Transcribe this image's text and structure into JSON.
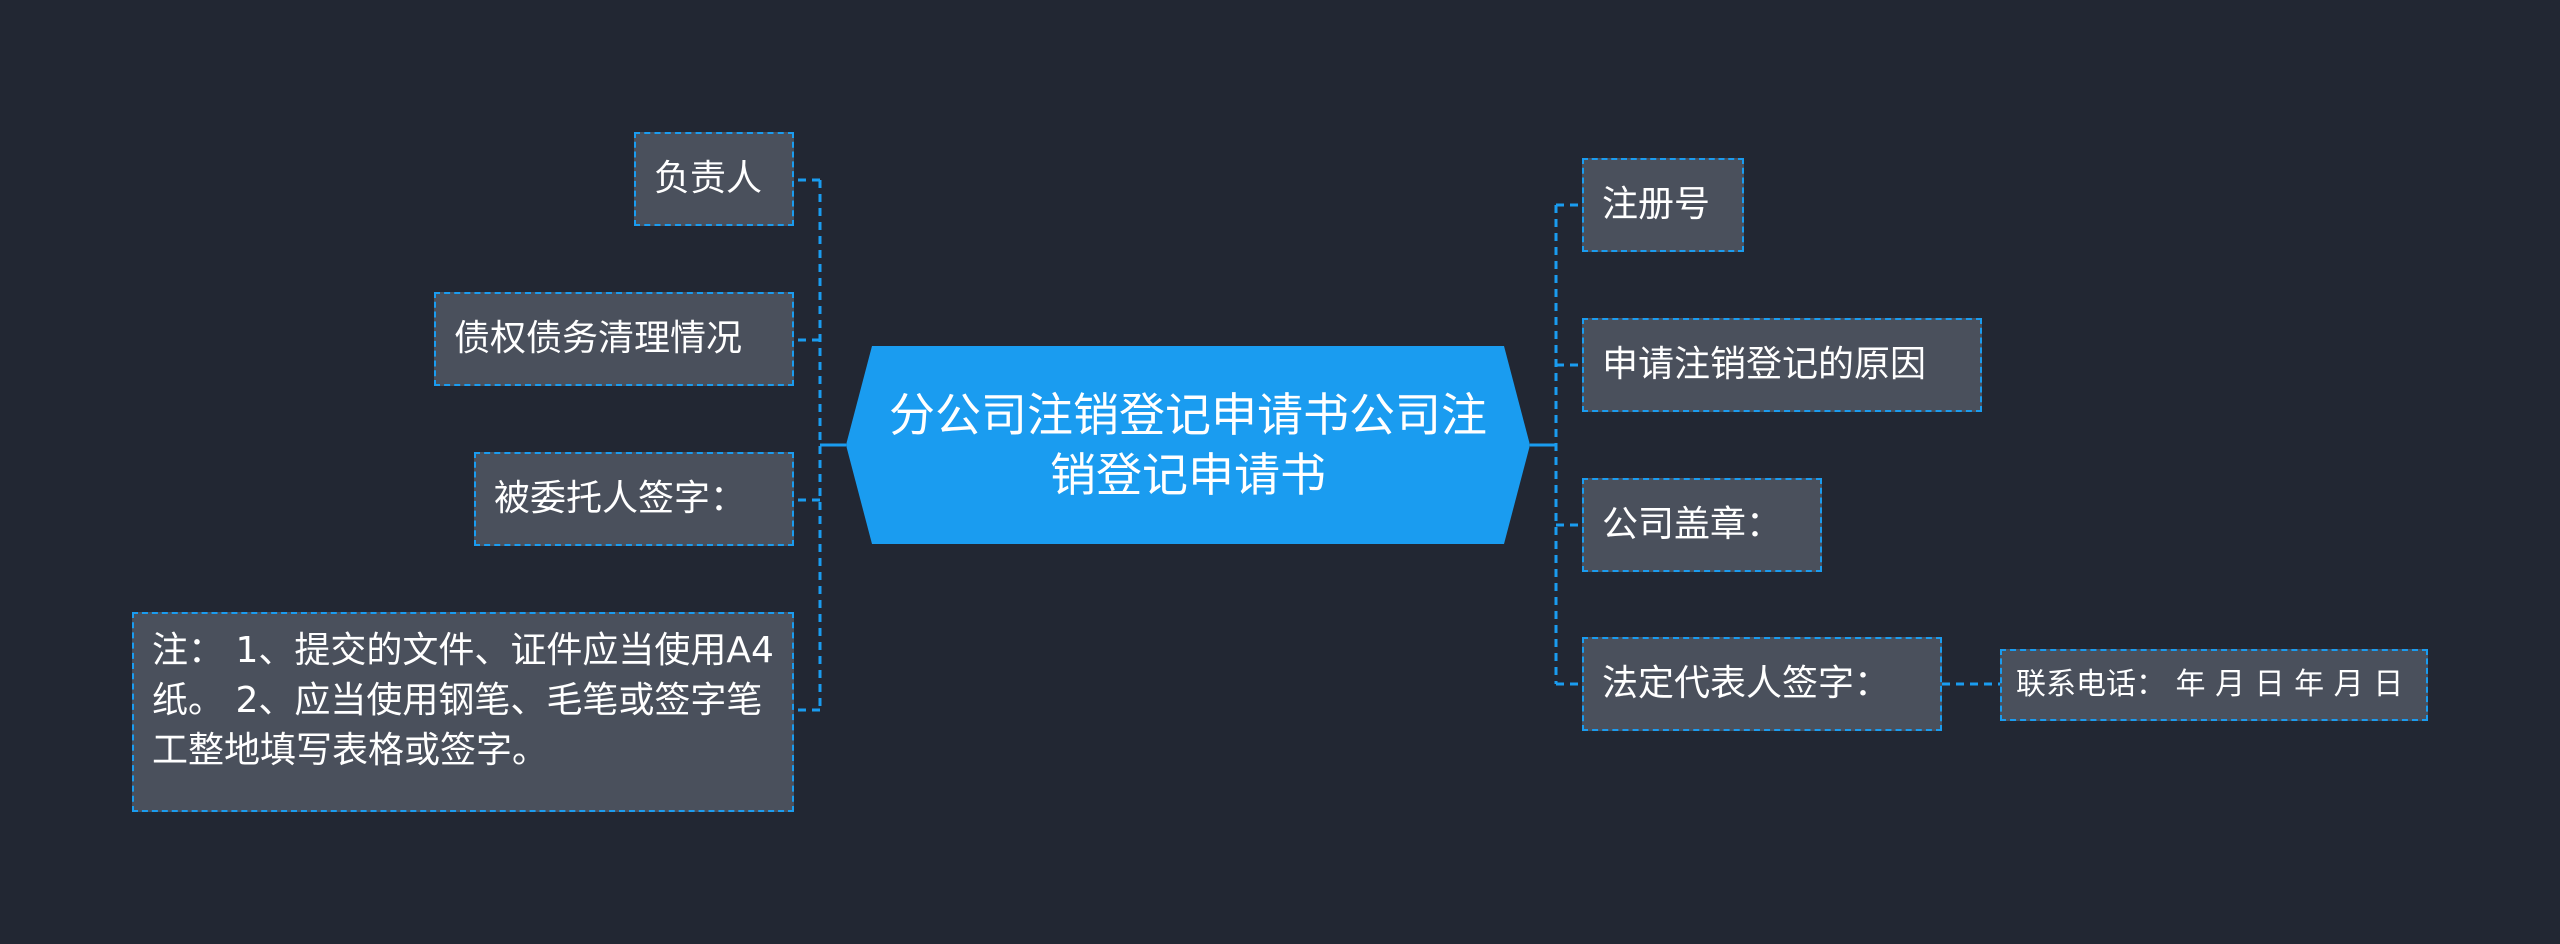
{
  "colors": {
    "background": "#222733",
    "root_fill": "#1a9cf0",
    "node_fill": "#4a505c",
    "connector": "#1a9cf0",
    "text": "#ffffff"
  },
  "root": {
    "label": "分公司注销登记申请书公司注销登记申请书"
  },
  "left_nodes": [
    {
      "label": "负责人"
    },
    {
      "label": "债权债务清理情况"
    },
    {
      "label": "被委托人签字："
    },
    {
      "label": "注： 1、提交的文件、证件应当使用A4纸。 2、应当使用钢笔、毛笔或签字笔工整地填写表格或签字。"
    }
  ],
  "right_nodes": [
    {
      "label": "注册号"
    },
    {
      "label": "申请注销登记的原因"
    },
    {
      "label": "公司盖章："
    },
    {
      "label": "法定代表人签字："
    }
  ],
  "sub_nodes": [
    {
      "label": "联系电话： 年 月 日 年 月 日"
    }
  ]
}
